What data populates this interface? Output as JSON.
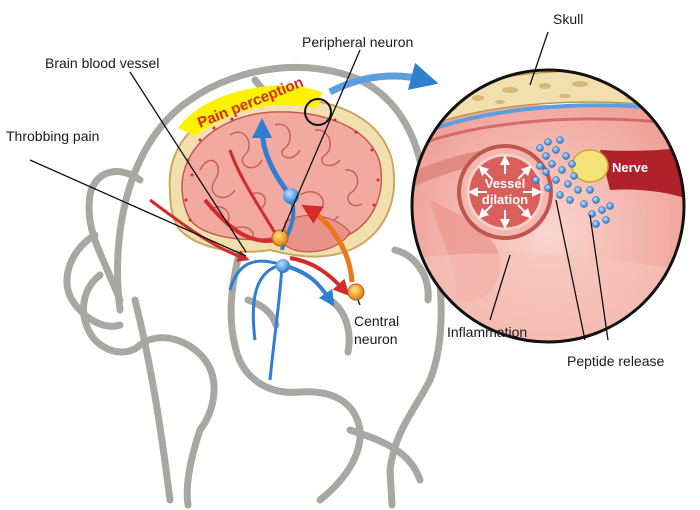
{
  "labels": {
    "skull": "Skull",
    "peripheral_neuron": "Peripheral neuron",
    "brain_blood_vessel": "Brain blood vessel",
    "throbbing_pain": "Throbbing pain",
    "pain_perception": "Pain perception",
    "vessel_dilation_line1": "Vessel",
    "vessel_dilation_line2": "dilation",
    "nerve": "Nerve",
    "central_neuron_line1": "Central",
    "central_neuron_line2": "neuron",
    "inflammation": "Inflammation",
    "peptide_release": "Peptide release"
  },
  "colors": {
    "head_outline": "#a7a8a2",
    "brain": "#f2a9a0",
    "skull_bone": "#f1dfae",
    "pain_highlight": "#fff200",
    "artery": "#d42a2a",
    "nerve_pathway": "#2f7fd0",
    "neuron": "#f4a11c",
    "peptide": "#4a90d9"
  }
}
